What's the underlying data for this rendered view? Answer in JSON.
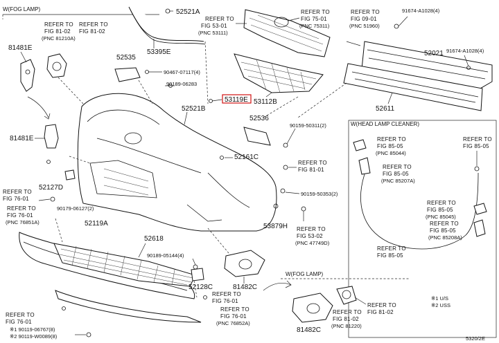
{
  "labels": {
    "wfog_top": "W(FOG LAMP)",
    "wfog_bottom": "W(FOG LAMP)",
    "whead": "W(HEAD LAMP CLEANER)",
    "legend1": "※1 U/S",
    "legend2": "※2 USS",
    "code": "5320/2E"
  },
  "parts": {
    "p52521a": "52521A",
    "p53395e": "53395E",
    "p81481e_top": "81481E",
    "p81481e_mid": "81481E",
    "p52535": "52535",
    "p53119e": "53119E",
    "p52521b": "52521B",
    "p52536": "52536",
    "p53112b": "53112B",
    "p52161c": "52161C",
    "p52611": "52611",
    "p52021": "52021",
    "p52127d": "52127D",
    "p52119a": "52119A",
    "p52618": "52618",
    "p52128c": "52128C",
    "p81482c_mid": "81482C",
    "p81482c_bot": "81482C",
    "p53879h": "53879H"
  },
  "bolts": {
    "b1": "90467-07117(4)",
    "b2": "90189-06283",
    "b3": "90159-50311(2)",
    "b4": "90159-50353(2)",
    "b5": "90179-06127(2)",
    "b6": "90189-05144(4)",
    "b7": "91674-A1028(4)",
    "b8": "91674-A1028(4)",
    "b9": "※1 90119-06767(8)",
    "b10": "※2 90119-W0089(8)"
  },
  "refs": {
    "r1": {
      "a": "REFER TO",
      "b": "FIG 81-02",
      "c": "(PNC 81210A)"
    },
    "r2": {
      "a": "REFER TO",
      "b": "FIG 53-01",
      "c": "(PNC 53111)"
    },
    "r3": {
      "a": "REFER TO",
      "b": "FIG 75-01",
      "c": "(PNC 75311)"
    },
    "r4": {
      "a": "REFER TO",
      "b": "FIG 09-01",
      "c": "(PNC 51960)"
    },
    "r5": {
      "a": "REFER TO",
      "b": "FIG 81-01",
      "c": ""
    },
    "r6": {
      "a": "REFER TO",
      "b": "FIG 53-02",
      "c": "(PNC 47749D)"
    },
    "r7": {
      "a": "REFER TO",
      "b": "FIG 76-01",
      "c": ""
    },
    "r8": {
      "a": "REFER TO",
      "b": "FIG 76-01",
      "c": "(PNC 76851A)"
    },
    "r9": {
      "a": "REFER TO",
      "b": "FIG 76-01",
      "c": ""
    },
    "r10": {
      "a": "REFER TO",
      "b": "FIG 76-01",
      "c": "(PNC 76852A)"
    },
    "r11": {
      "a": "REFER TO",
      "b": "FIG 76-01",
      "c": ""
    },
    "r12": {
      "a": "REFER TO",
      "b": "FIG 81-02",
      "c": "(PNC 81220)"
    },
    "r13": {
      "a": "REFER TO",
      "b": "FIG 81-02",
      "c": ""
    },
    "r14": {
      "a": "REFER TO",
      "b": "FIG 85-05",
      "c": "(PNC 85044)"
    },
    "r15": {
      "a": "REFER TO",
      "b": "FIG 85-05",
      "c": ""
    },
    "r16": {
      "a": "REFER TO",
      "b": "FIG 85-05",
      "c": "(PNC 85207A)"
    },
    "r17": {
      "a": "REFER TO",
      "b": "FIG 85-05",
      "c": "(PNC 85045)"
    },
    "r18": {
      "a": "REFER TO",
      "b": "FIG 85-05",
      "c": "(PNC 85208A)"
    },
    "r19": {
      "a": "REFER TO",
      "b": "FIG 85-05",
      "c": ""
    }
  }
}
